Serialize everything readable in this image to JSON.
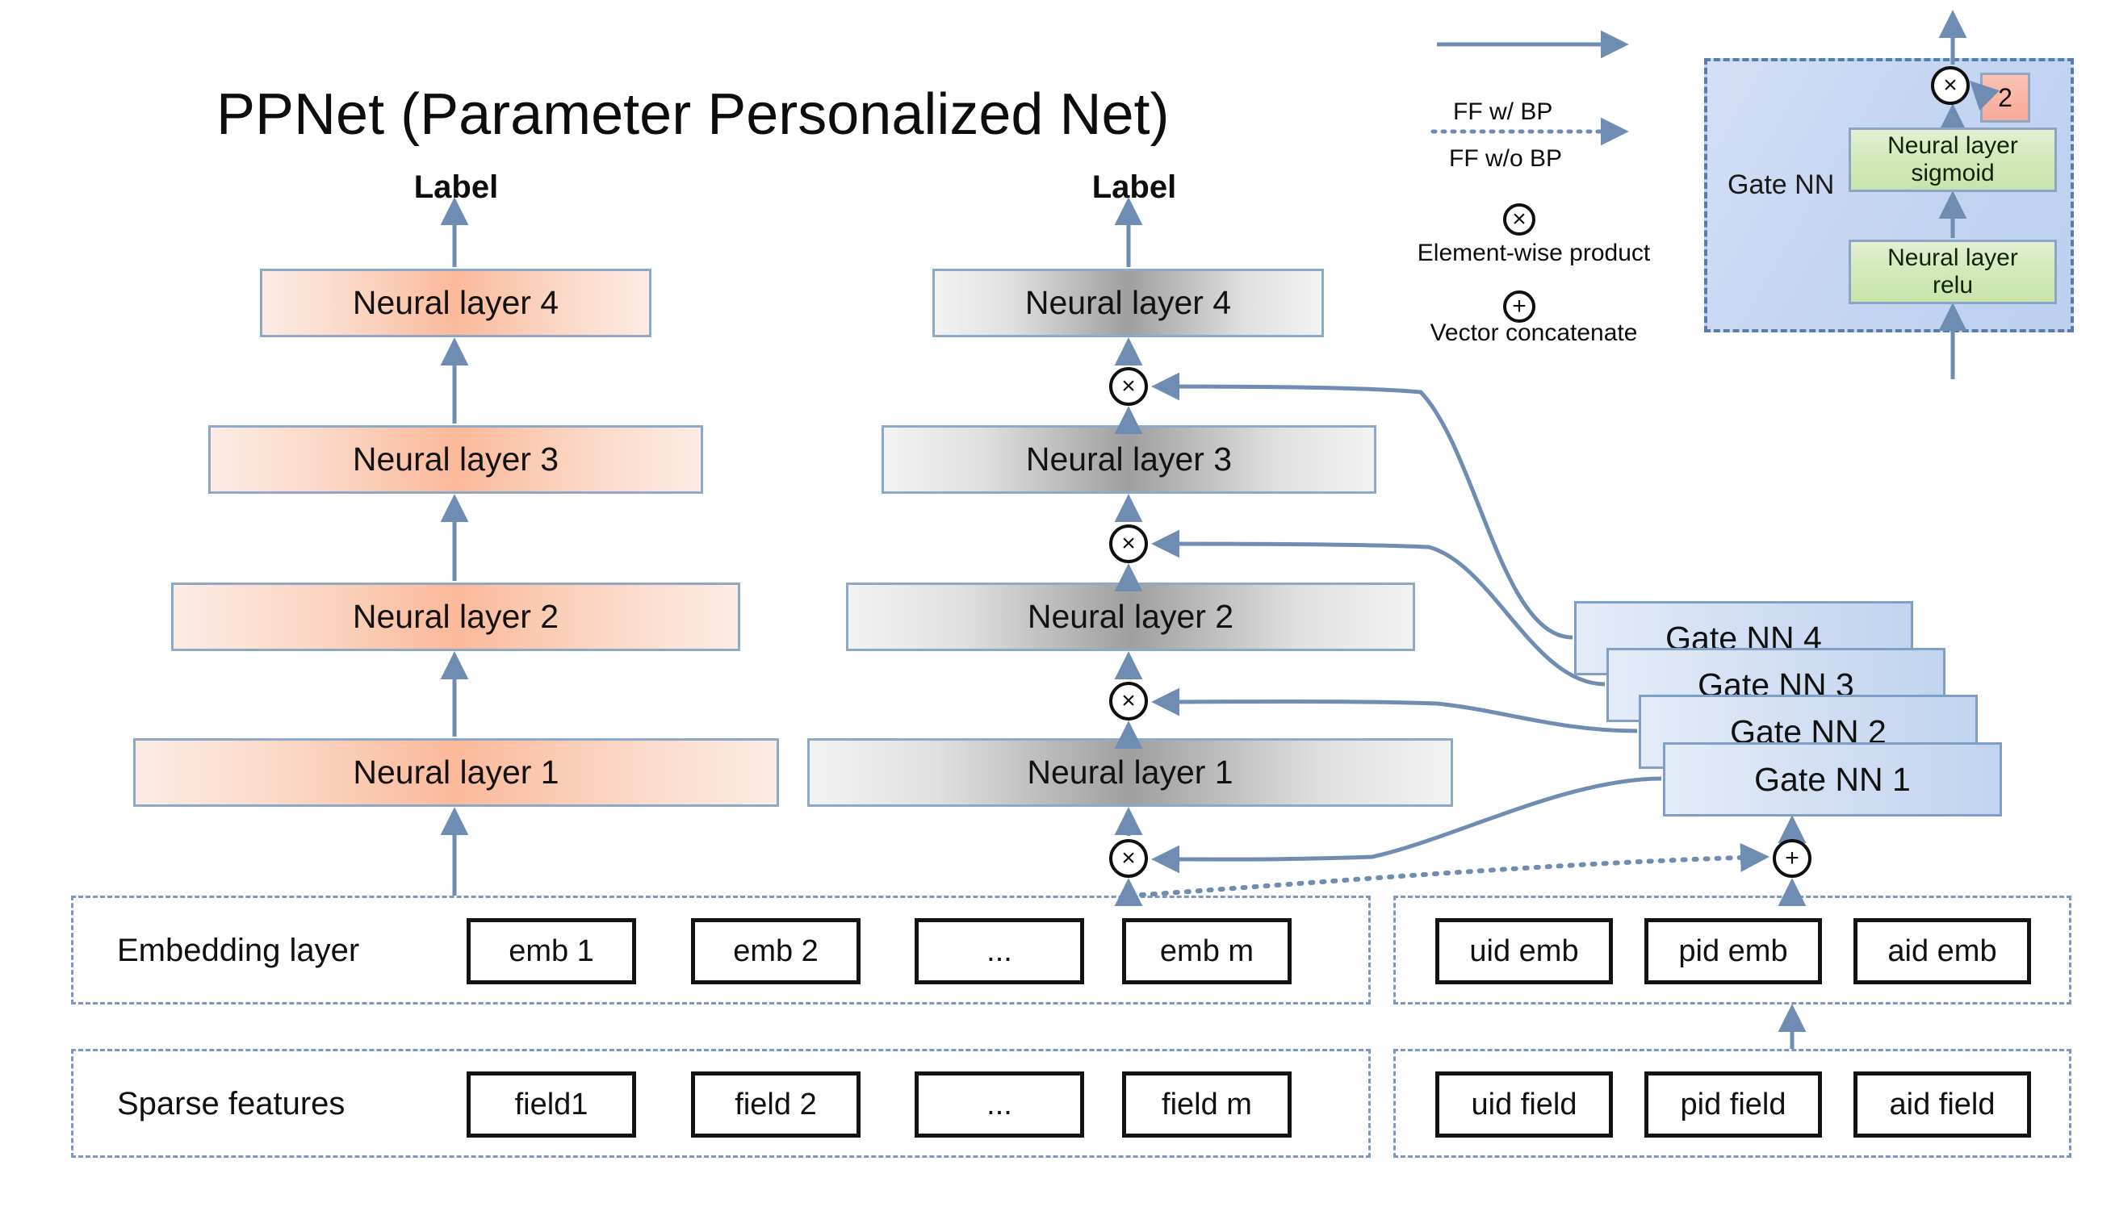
{
  "title": "PPNet (Parameter Personalized Net)",
  "labels": {
    "left": "Label",
    "right": "Label"
  },
  "left_tower": {
    "layers": [
      {
        "name": "Neural layer 4"
      },
      {
        "name": "Neural layer 3"
      },
      {
        "name": "Neural layer 2"
      },
      {
        "name": "Neural layer 1"
      }
    ]
  },
  "right_tower": {
    "layers": [
      {
        "name": "Neural layer 4"
      },
      {
        "name": "Neural layer 3"
      },
      {
        "name": "Neural layer 2"
      },
      {
        "name": "Neural layer 1"
      }
    ]
  },
  "gate_stack": [
    {
      "name": "Gate NN 4"
    },
    {
      "name": "Gate NN 3"
    },
    {
      "name": "Gate NN 2"
    },
    {
      "name": "Gate NN 1"
    }
  ],
  "gate_detail": {
    "panel_label": "Gate NN",
    "sigmoid_layer": "Neural layer\nsigmoid",
    "sigmoid_line1": "Neural layer",
    "sigmoid_line2": "sigmoid",
    "relu_line1": "Neural layer",
    "relu_line2": "relu",
    "multiplier": "2",
    "product_symbol": "×"
  },
  "legend": {
    "ff_with_bp": "FF w/ BP",
    "ff_without_bp": "FF w/o BP",
    "element_wise_product": "Element-wise product",
    "vector_concatenate": "Vector concatenate",
    "product_symbol": "×",
    "concat_symbol": "+"
  },
  "embedding_row": {
    "label": "Embedding layer",
    "items": [
      "emb 1",
      "emb 2",
      "...",
      "emb m"
    ],
    "id_items": [
      "uid emb",
      "pid emb",
      "aid emb"
    ]
  },
  "sparse_row": {
    "label": "Sparse features",
    "items": [
      "field1",
      "field 2",
      "...",
      "field m"
    ],
    "id_items": [
      "uid field",
      "pid field",
      "aid field"
    ]
  },
  "operators": {
    "product": "×",
    "concat": "+"
  },
  "colors": {
    "arrow_blue": "#6f8db2",
    "dash_blue": "#7c98bd",
    "box_border_blue": "#8ea9c8",
    "gate_fill": "#d3e0f4",
    "orange_fill": "#fbb99a",
    "green_fill": "#bfe3a2",
    "pink_fill": "#f7a5a5",
    "gray_fill": "#9f9f9f"
  }
}
